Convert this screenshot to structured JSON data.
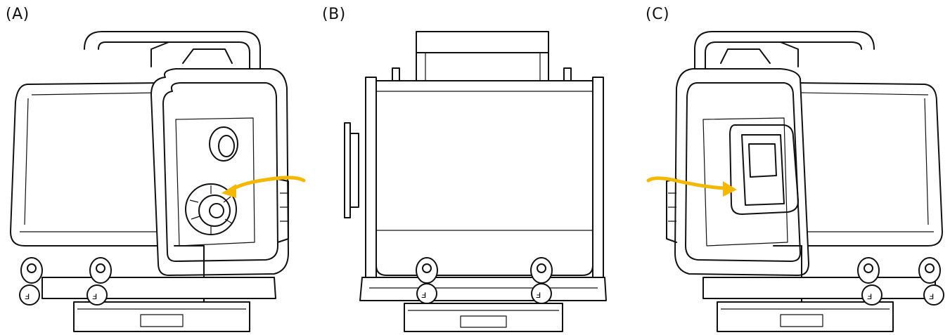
{
  "panels": [
    {
      "label": "(A)"
    },
    {
      "label": "(B)"
    },
    {
      "label": "(C)"
    }
  ],
  "colors": {
    "arrow": "#F5B800",
    "outline": "#111111",
    "background": "#FFFFFF"
  },
  "icons": {
    "rotation_arrow_a": "curved-rotation-arrow-right",
    "rotation_arrow_c": "curved-rotation-arrow-left",
    "lock_symbol": "lock-release-icon"
  }
}
